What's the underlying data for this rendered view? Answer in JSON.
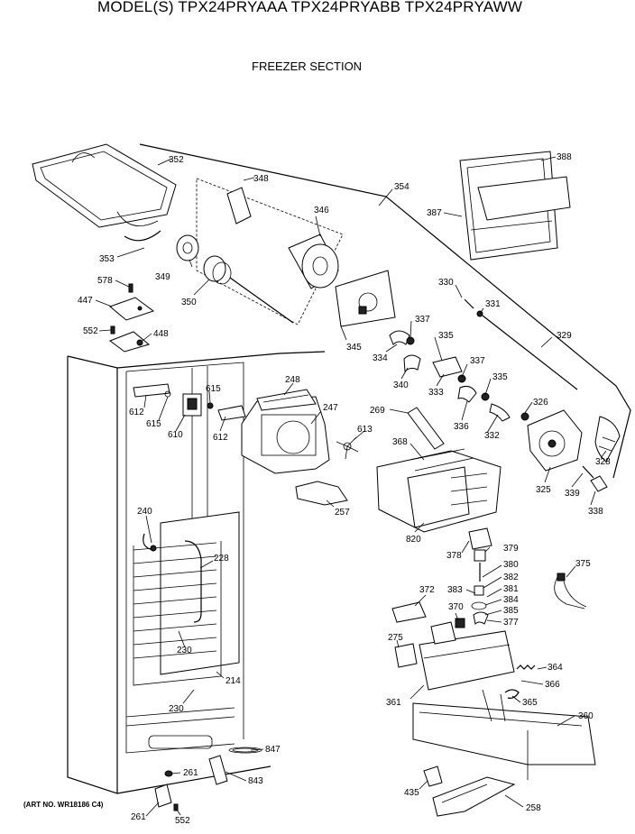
{
  "header": {
    "model_line": "MODEL(S) TPX24PRYAAA  TPX24PRYABB  TPX24PRYAWW",
    "section_title": "FREEZER SECTION",
    "art_number": "(ART NO. WR18186 C4)"
  },
  "parts": [
    {
      "id": "p352",
      "label": "352"
    },
    {
      "id": "p348",
      "label": "348"
    },
    {
      "id": "p354",
      "label": "354"
    },
    {
      "id": "p388",
      "label": "388"
    },
    {
      "id": "p387",
      "label": "387"
    },
    {
      "id": "p346",
      "label": "346"
    },
    {
      "id": "p353",
      "label": "353"
    },
    {
      "id": "p349",
      "label": "349"
    },
    {
      "id": "p350",
      "label": "350"
    },
    {
      "id": "p578",
      "label": "578"
    },
    {
      "id": "p447",
      "label": "447"
    },
    {
      "id": "p552a",
      "label": "552"
    },
    {
      "id": "p448",
      "label": "448"
    },
    {
      "id": "p345",
      "label": "345"
    },
    {
      "id": "p330",
      "label": "330"
    },
    {
      "id": "p331",
      "label": "331"
    },
    {
      "id": "p337a",
      "label": "337"
    },
    {
      "id": "p335a",
      "label": "335"
    },
    {
      "id": "p329",
      "label": "329"
    },
    {
      "id": "p334",
      "label": "334"
    },
    {
      "id": "p340",
      "label": "340"
    },
    {
      "id": "p333",
      "label": "333"
    },
    {
      "id": "p337b",
      "label": "337"
    },
    {
      "id": "p335b",
      "label": "335"
    },
    {
      "id": "p326",
      "label": "326"
    },
    {
      "id": "p336",
      "label": "336"
    },
    {
      "id": "p332",
      "label": "332"
    },
    {
      "id": "p248",
      "label": "248"
    },
    {
      "id": "p615a",
      "label": "615"
    },
    {
      "id": "p612a",
      "label": "612"
    },
    {
      "id": "p615b",
      "label": "615"
    },
    {
      "id": "p610",
      "label": "610"
    },
    {
      "id": "p612b",
      "label": "612"
    },
    {
      "id": "p247",
      "label": "247"
    },
    {
      "id": "p613",
      "label": "613"
    },
    {
      "id": "p269",
      "label": "269"
    },
    {
      "id": "p368",
      "label": "368"
    },
    {
      "id": "p328",
      "label": "328"
    },
    {
      "id": "p325",
      "label": "325"
    },
    {
      "id": "p339",
      "label": "339"
    },
    {
      "id": "p338",
      "label": "338"
    },
    {
      "id": "p257",
      "label": "257"
    },
    {
      "id": "p240",
      "label": "240"
    },
    {
      "id": "p820",
      "label": "820"
    },
    {
      "id": "p228",
      "label": "228"
    },
    {
      "id": "p378",
      "label": "378"
    },
    {
      "id": "p379",
      "label": "379"
    },
    {
      "id": "p380",
      "label": "380"
    },
    {
      "id": "p382",
      "label": "382"
    },
    {
      "id": "p381",
      "label": "381"
    },
    {
      "id": "p375",
      "label": "375"
    },
    {
      "id": "p372",
      "label": "372"
    },
    {
      "id": "p383",
      "label": "383"
    },
    {
      "id": "p384",
      "label": "384"
    },
    {
      "id": "p385",
      "label": "385"
    },
    {
      "id": "p370",
      "label": "370"
    },
    {
      "id": "p377",
      "label": "377"
    },
    {
      "id": "p275",
      "label": "275"
    },
    {
      "id": "p230a",
      "label": "230"
    },
    {
      "id": "p364",
      "label": "364"
    },
    {
      "id": "p214",
      "label": "214"
    },
    {
      "id": "p366",
      "label": "366"
    },
    {
      "id": "p230b",
      "label": "230"
    },
    {
      "id": "p361",
      "label": "361"
    },
    {
      "id": "p365",
      "label": "365"
    },
    {
      "id": "p360",
      "label": "360"
    },
    {
      "id": "p847",
      "label": "847"
    },
    {
      "id": "p261a",
      "label": "261"
    },
    {
      "id": "p843",
      "label": "843"
    },
    {
      "id": "p435",
      "label": "435"
    },
    {
      "id": "p258",
      "label": "258"
    },
    {
      "id": "p261b",
      "label": "261"
    },
    {
      "id": "p552b",
      "label": "552"
    }
  ]
}
